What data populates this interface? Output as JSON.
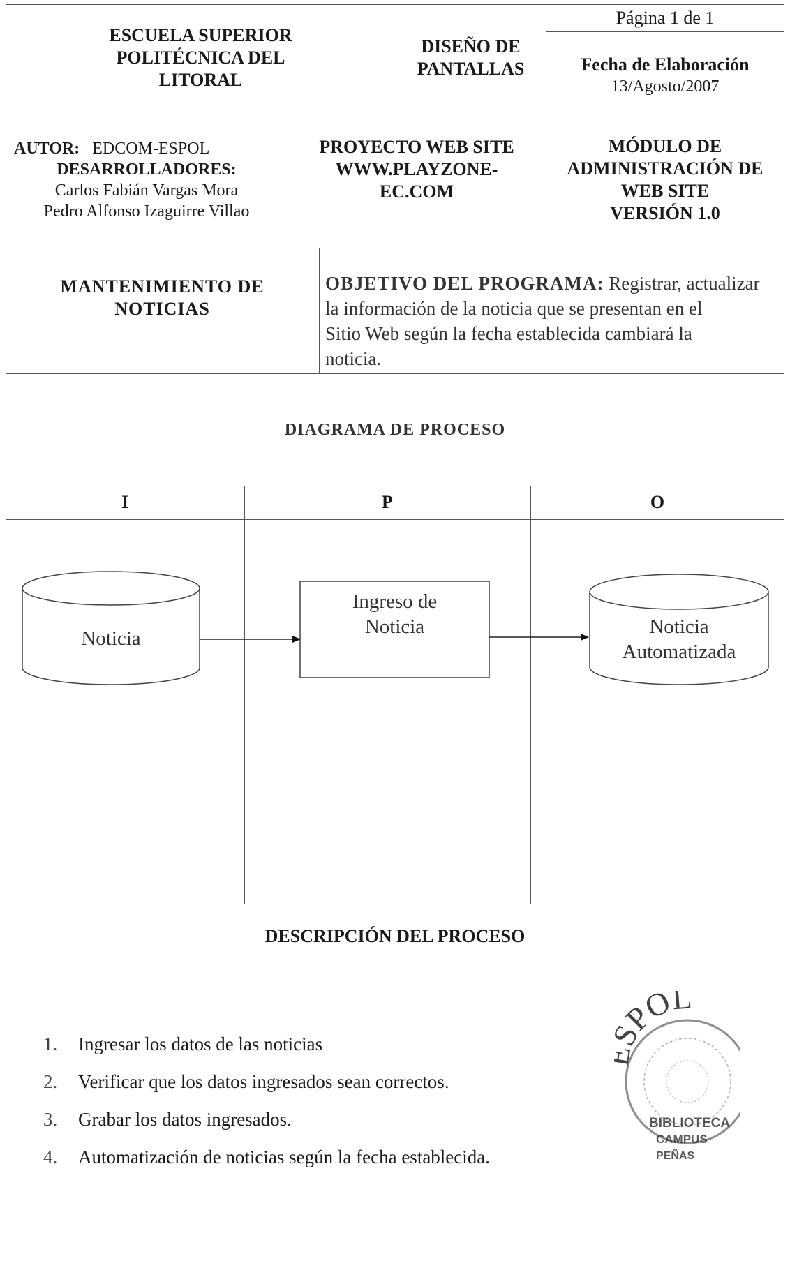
{
  "header": {
    "institution": [
      "ESCUELA SUPERIOR",
      "POLITÉCNICA DEL",
      "LITORAL"
    ],
    "doc_type": [
      "DISEÑO DE",
      "PANTALLAS"
    ],
    "page": "Página 1 de 1",
    "date_label": "Fecha de Elaboración",
    "date_value": "13/Agosto/2007"
  },
  "authors": {
    "autor_label": "AUTOR:",
    "autor_value": "EDCOM-ESPOL",
    "dev_label": "DESARROLLADORES:",
    "dev1": "Carlos Fabián Vargas Mora",
    "dev2": "Pedro Alfonso Izaguirre Villao"
  },
  "project": [
    "PROYECTO WEB SITE",
    "WWW.PLAYZONE-",
    "EC.COM"
  ],
  "module": [
    "MÓDULO DE",
    "ADMINISTRACIÓN DE",
    "WEB SITE",
    "VERSIÓN 1.0"
  ],
  "maintenance": [
    "MANTENIMIENTO DE",
    "NOTICIAS"
  ],
  "objective": {
    "label": "OBJETIVO DEL PROGRAMA:",
    "lines": [
      "Registrar, actualizar",
      "la información de la noticia que se presentan en el",
      "Sitio Web según la fecha establecida cambiará la",
      "noticia."
    ]
  },
  "diagram": {
    "title": "DIAGRAMA DE PROCESO",
    "columns": [
      "I",
      "P",
      "O"
    ],
    "input": "Noticia",
    "process": [
      "Ingreso de",
      "Noticia"
    ],
    "output": [
      "Noticia",
      "Automatizada"
    ]
  },
  "description": {
    "title": "DESCRIPCIÓN DEL PROCESO",
    "steps": [
      {
        "num": "1.",
        "text": "Ingresar los datos de las noticias"
      },
      {
        "num": "2.",
        "text": "Verificar que los datos ingresados sean correctos."
      },
      {
        "num": "3.",
        "text": "Grabar los datos ingresados."
      },
      {
        "num": "4.",
        "text": "Automatización de noticias según la fecha establecida."
      }
    ]
  },
  "seal": {
    "top": "ESPOL",
    "mid": "BIBLIOTECA",
    "low1": "CAMPUS",
    "low2": "PEÑAS"
  }
}
